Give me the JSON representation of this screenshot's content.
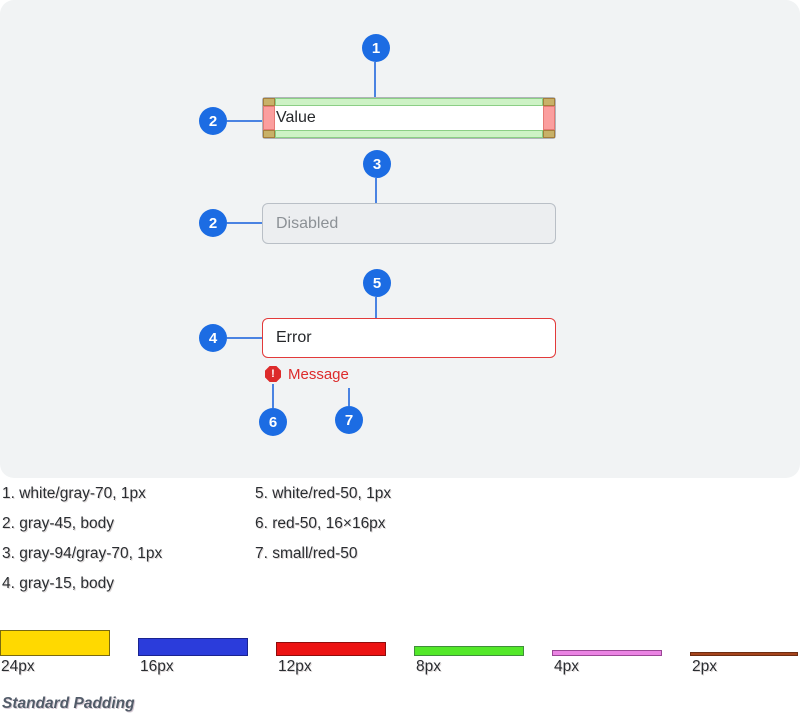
{
  "spec": {
    "callouts": {
      "value_border": "1",
      "value_text": "2",
      "disabled_border": "3",
      "disabled_text": "2",
      "error_border": "5",
      "error_text": "4",
      "error_icon": "6",
      "error_message": "7"
    },
    "inputs": {
      "value": "Value",
      "disabled": "Disabled",
      "error": "Error",
      "error_message": "Message",
      "error_icon_glyph": "!"
    }
  },
  "legend": {
    "items": [
      "1. white/gray-70, 1px",
      "2. gray-45, body",
      "3. gray-94/gray-70, 1px",
      "4. gray-15, body",
      "5. white/red-50, 1px",
      "6. red-50, 16×16px",
      "7. small/red-50"
    ]
  },
  "padding_scale": {
    "bars": [
      {
        "label": "24px",
        "height": 24,
        "color": "#FFD900",
        "border": "#7A6A10"
      },
      {
        "label": "16px",
        "height": 16,
        "color": "#2B3CDB",
        "border": "#1A2390"
      },
      {
        "label": "12px",
        "height": 12,
        "color": "#EC1313",
        "border": "#8F0C0C"
      },
      {
        "label": "8px",
        "height": 8,
        "color": "#53E829",
        "border": "#3F8F3A"
      },
      {
        "label": "4px",
        "height": 4,
        "color": "#EA83E3",
        "border": "#9A4795"
      },
      {
        "label": "2px",
        "height": 2,
        "color": "#A5441C",
        "border": "#6E2D12"
      }
    ],
    "footer": "Standard Padding"
  },
  "colors": {
    "accent_blue": "#1C6CE3",
    "red_50": "#DD2B2B",
    "panel_bg": "#F1F3F4",
    "pad_vertical_green": "#CDF2C5",
    "pad_horizontal_red": "#FB9E9E",
    "pad_corner_olive": "#C8B168"
  }
}
